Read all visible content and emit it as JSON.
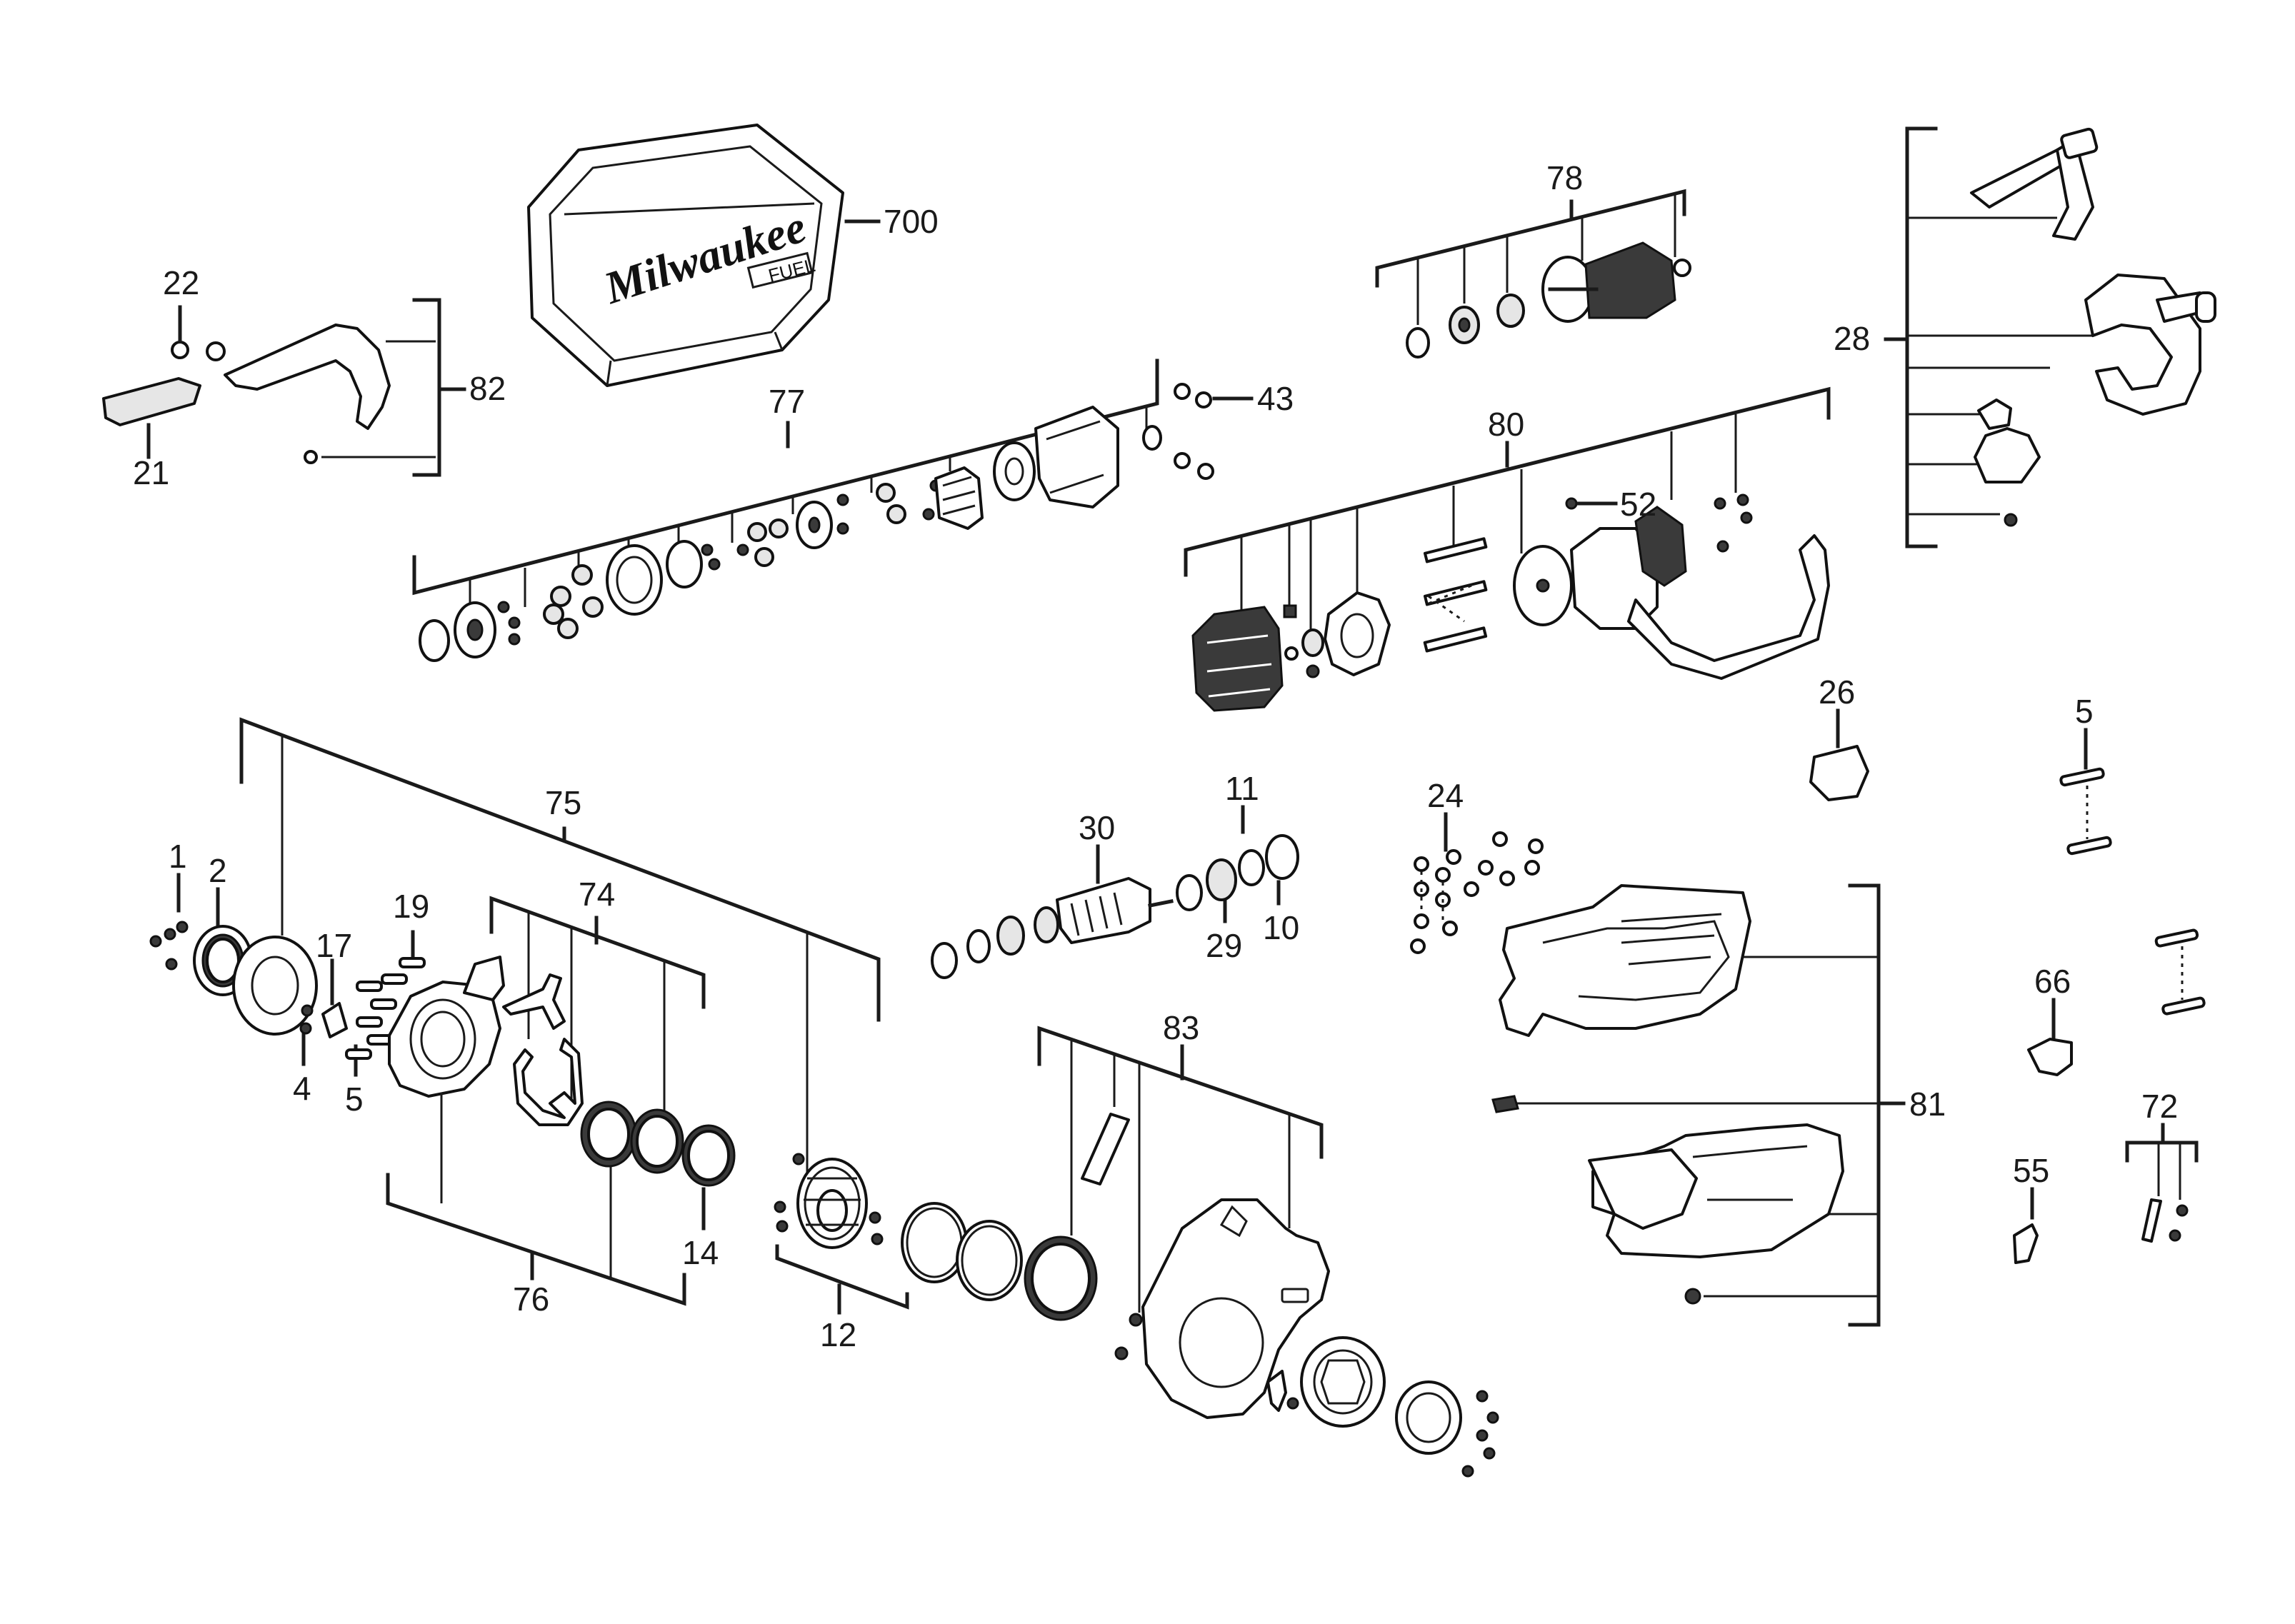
{
  "brand": {
    "case_logo": "Milwaukee",
    "case_badge": "FUEL"
  },
  "callouts": {
    "c1": "1",
    "c2": "2",
    "c4": "4",
    "c5a": "5",
    "c5b": "5",
    "c10": "10",
    "c11": "11",
    "c12": "12",
    "c14": "14",
    "c17": "17",
    "c19": "19",
    "c21": "21",
    "c22": "22",
    "c24": "24",
    "c26": "26",
    "c28": "28",
    "c29": "29",
    "c30": "30",
    "c43": "43",
    "c52": "52",
    "c55": "55",
    "c66": "66",
    "c72": "72",
    "c74": "74",
    "c75": "75",
    "c76": "76",
    "c77": "77",
    "c78": "78",
    "c80": "80",
    "c81": "81",
    "c82": "82",
    "c83": "83",
    "c700": "700"
  }
}
